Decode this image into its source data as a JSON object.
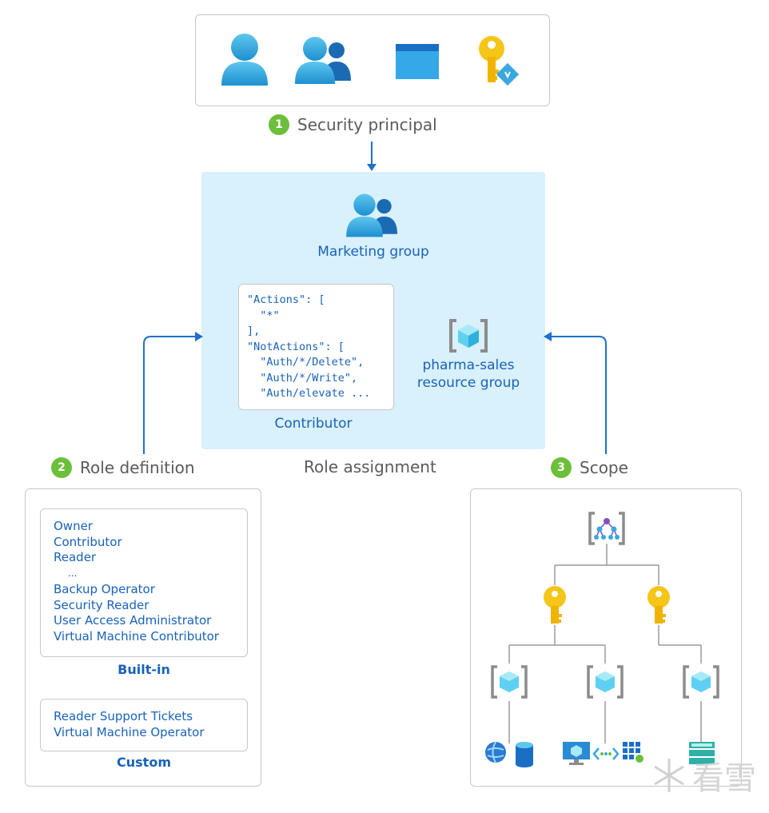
{
  "principal": {
    "number": "1",
    "label": "Security principal",
    "icons": [
      "user-icon",
      "group-icon",
      "application-icon",
      "managed-identity-icon"
    ]
  },
  "assignment": {
    "label": "Role assignment",
    "group_name": "Marketing group",
    "role_name": "Contributor",
    "code_lines": [
      "\"Actions\": [",
      "  \"*\"",
      "],",
      "\"NotActions\": [",
      "  \"Auth/*/Delete\",",
      "  \"Auth/*/Write\",",
      "  \"Auth/elevate ..."
    ],
    "scope_line1": "pharma-sales",
    "scope_line2": "resource group"
  },
  "role_definition": {
    "number": "2",
    "label": "Role definition",
    "builtin_title": "Built-in",
    "builtin_roles": [
      "Owner",
      "Contributor",
      "Reader",
      "...",
      "Backup Operator",
      "Security Reader",
      "User Access Administrator",
      "Virtual Machine Contributor"
    ],
    "custom_title": "Custom",
    "custom_roles": [
      "Reader Support Tickets",
      "Virtual Machine Operator"
    ]
  },
  "scope": {
    "number": "3",
    "label": "Scope"
  },
  "watermark": "看雪",
  "colors": {
    "accent": "#1862b9",
    "badge": "#6cbf3a",
    "assignment_bg": "#d9f0fd",
    "arrow": "#1f6fcf"
  }
}
